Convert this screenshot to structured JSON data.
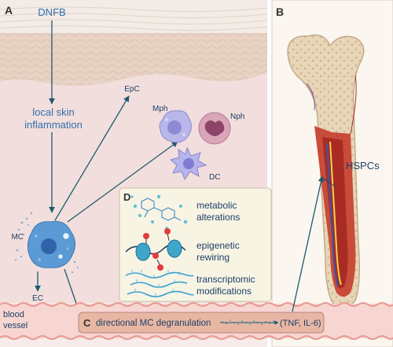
{
  "panels": {
    "a": "A",
    "b": "B",
    "c": "C",
    "d": "D"
  },
  "labels": {
    "dnfb": "DNFB",
    "local_skin_1": "local skin",
    "local_skin_2": "inflammation",
    "epc": "EpC",
    "mph": "Mph",
    "nph": "Nph",
    "dc": "DC",
    "mc": "MC",
    "ec": "EC",
    "hspcs": "HSPCs",
    "blood_1": "blood",
    "blood_2": "vessel"
  },
  "panel_d": {
    "items": [
      {
        "line1": "metabolic",
        "line2": "alterations"
      },
      {
        "line1": "epigenetic",
        "line2": "rewiring"
      },
      {
        "line1": "transcriptomic",
        "line2": "modifications"
      }
    ]
  },
  "panel_c": {
    "text": "directional MC degranulation",
    "cytokines": "(TNF, IL-6)"
  },
  "colors": {
    "label_blue": "#2f6fb0",
    "arrow_teal": "#1d5a6e",
    "panel_a_bg": "#f6ecea",
    "panel_b_bg": "#fbf6ef",
    "panel_d_bg": "#f7f4e4",
    "vessel_fill": "#f7d6d2",
    "vessel_label_fill": "#e8b7a4"
  }
}
